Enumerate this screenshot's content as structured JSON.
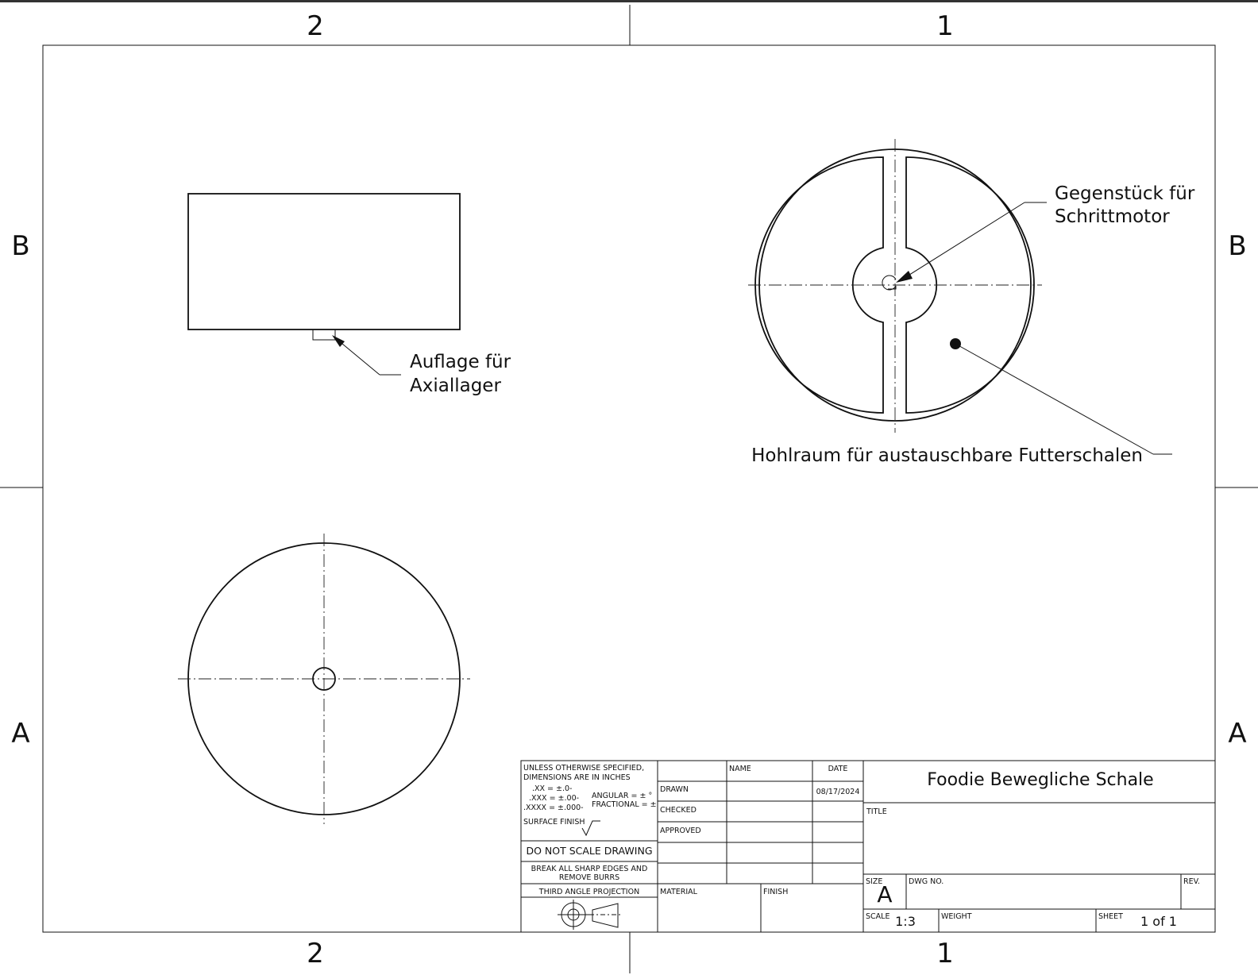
{
  "zones": {
    "columns": [
      "2",
      "1"
    ],
    "rows": [
      "B",
      "A"
    ]
  },
  "callouts": {
    "axial_bearing": [
      "Auflage für",
      "Axiallager"
    ],
    "stepper_mount": [
      "Gegenstück für",
      "Schrittmotor"
    ],
    "cavity": "Hohlraum für austauschbare Futterschalen"
  },
  "title_block": {
    "tolerance_note": [
      "UNLESS OTHERWISE SPECIFIED,",
      "DIMENSIONS ARE IN INCHES"
    ],
    "tol_xx": ".XX = ±.0-",
    "tol_xxx": ".XXX = ±.00-",
    "tol_xxxx": ".XXXX = ±.000-",
    "tol_angular": "ANGULAR = ± °",
    "tol_fractional": "FRACTIONAL = ±",
    "surface_finish": "SURFACE FINISH",
    "do_not_scale": "DO NOT SCALE DRAWING",
    "break_edges": [
      "BREAK ALL SHARP EDGES AND",
      "REMOVE BURRS"
    ],
    "projection": "THIRD ANGLE PROJECTION",
    "col_name": "NAME",
    "col_date": "DATE",
    "drawn": "DRAWN",
    "drawn_date": "08/17/2024",
    "checked": "CHECKED",
    "approved": "APPROVED",
    "material": "MATERIAL",
    "finish": "FINISH",
    "project_name": "Foodie Bewegliche Schale",
    "title_label": "TITLE",
    "size_label": "SIZE",
    "size_value": "A",
    "dwg_no_label": "DWG NO.",
    "rev_label": "REV.",
    "scale_label": "SCALE",
    "scale_value": "1:3",
    "weight_label": "WEIGHT",
    "sheet_label": "SHEET",
    "sheet_value": "1 of 1"
  }
}
